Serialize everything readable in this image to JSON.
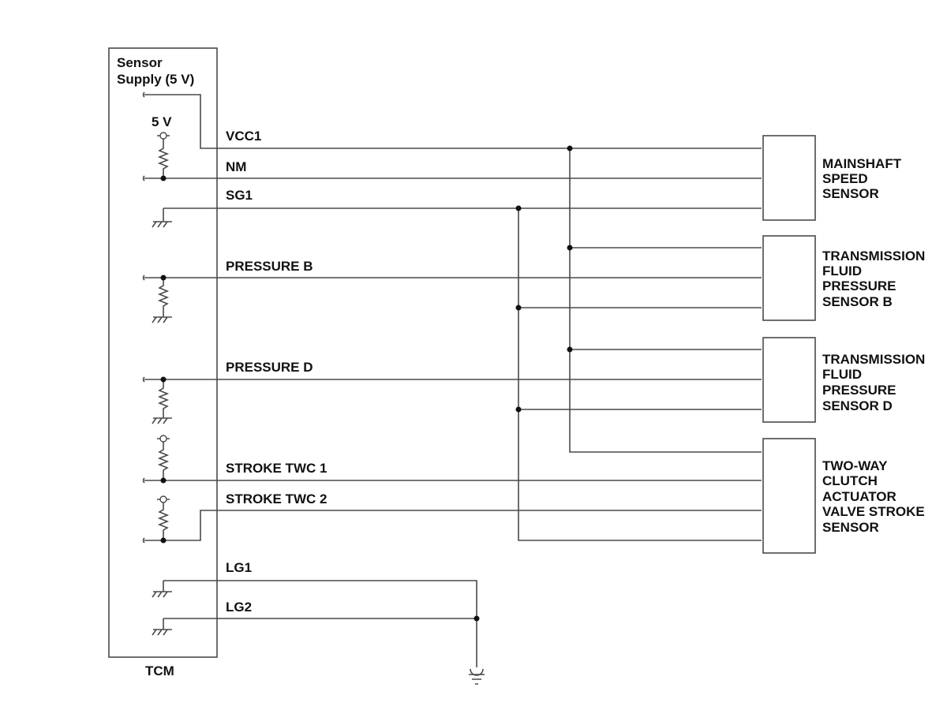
{
  "tcm": {
    "name": "TCM",
    "supply_label_line1": "Sensor",
    "supply_label_line2": "Supply (5 V)",
    "voltage_label": "5 V"
  },
  "wires": {
    "vcc1": "VCC1",
    "nm": "NM",
    "sg1": "SG1",
    "pressure_b": "PRESSURE B",
    "pressure_d": "PRESSURE D",
    "stroke_twc1": "STROKE TWC 1",
    "stroke_twc2": "STROKE TWC 2",
    "lg1": "LG1",
    "lg2": "LG2"
  },
  "sensors": [
    {
      "lines": [
        "MAINSHAFT",
        "SPEED",
        "SENSOR"
      ]
    },
    {
      "lines": [
        "TRANSMISSION",
        "FLUID",
        "PRESSURE",
        "SENSOR B"
      ]
    },
    {
      "lines": [
        "TRANSMISSION",
        "FLUID",
        "PRESSURE",
        "SENSOR D"
      ]
    },
    {
      "lines": [
        "TWO-WAY",
        "CLUTCH",
        "ACTUATOR",
        "VALVE STROKE",
        "SENSOR"
      ]
    }
  ]
}
